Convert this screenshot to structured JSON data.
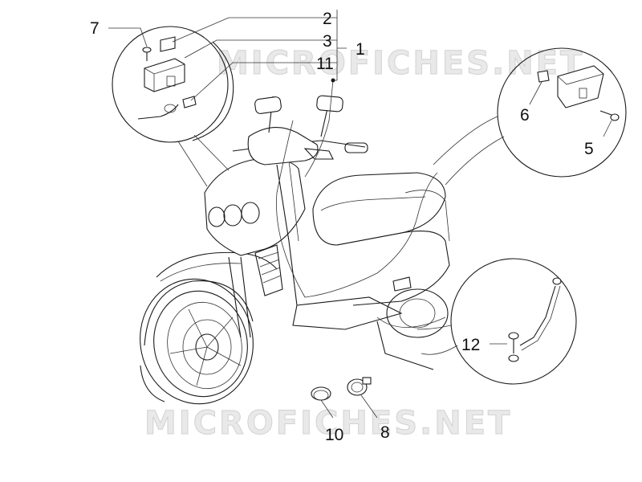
{
  "watermarks": [
    "MICROFICHES.NET",
    "MICROFICHES.NET"
  ],
  "callouts": {
    "c1": "1",
    "c2": "2",
    "c3": "3",
    "c5": "5",
    "c6": "6",
    "c7": "7",
    "c8": "8",
    "c10": "10",
    "c11": "11",
    "c12": "12"
  },
  "colors": {
    "line": "#1a1a1a",
    "watermark_fill": "#e9e9e9",
    "watermark_stroke": "#d2d2d2",
    "background": "#ffffff"
  }
}
